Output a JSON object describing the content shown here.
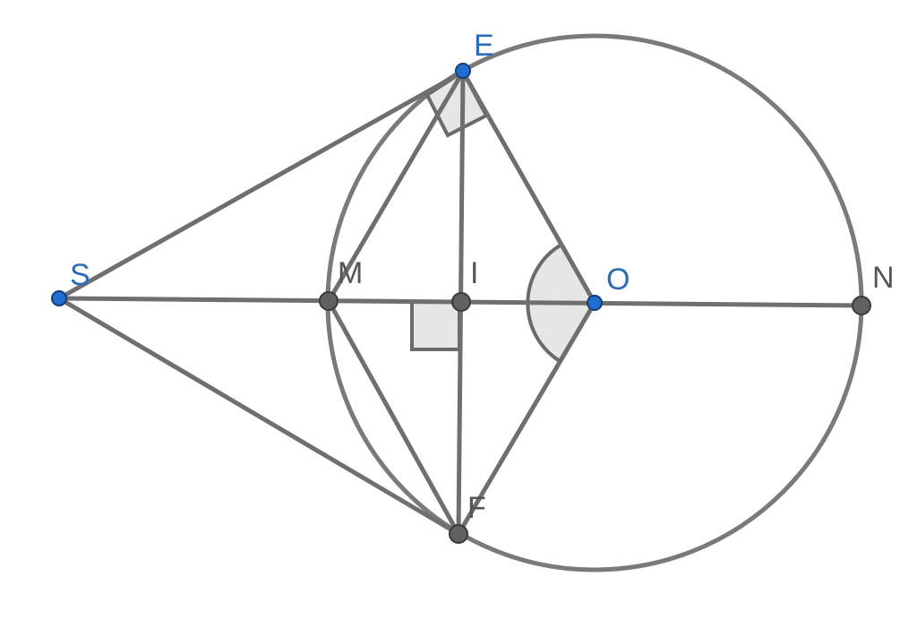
{
  "colors": {
    "free_point": "#1f6fd1",
    "dependent_point": "#616161",
    "line": "#6f6f6f",
    "angle_fill": "#e6e6e6",
    "label_free": "#2b6cb8",
    "label_dependent": "#555555"
  },
  "labels": {
    "S": "S",
    "E": "E",
    "F": "F",
    "M": "M",
    "I": "I",
    "O": "O",
    "N": "N"
  }
}
